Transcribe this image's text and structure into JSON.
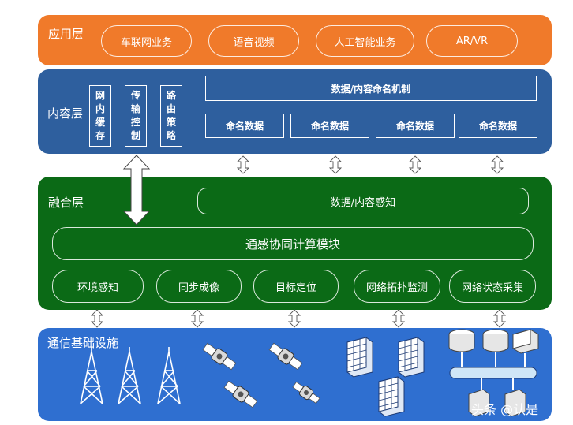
{
  "application_layer": {
    "title": "应用层",
    "color": "#f07a2a",
    "items": [
      "车联网业务",
      "语音视频",
      "人工智能业务",
      "AR/VR"
    ]
  },
  "content_layer": {
    "title": "内容层",
    "color": "#2e5f9e",
    "vertical_boxes": [
      "网内缓存",
      "传输控制",
      "路由策略"
    ],
    "naming_mechanism": "数据/内容命名机制",
    "named_data": [
      "命名数据",
      "命名数据",
      "命名数据",
      "命名数据"
    ]
  },
  "fusion_layer": {
    "title": "融合层",
    "color": "#0b6a16",
    "data_sensing": "数据/内容感知",
    "module": "通感协同计算模块",
    "functions": [
      "环境感知",
      "同步成像",
      "目标定位",
      "网络拓扑监测",
      "网络状态采集"
    ]
  },
  "infrastructure_layer": {
    "title": "通信基础设施",
    "color": "#2f6fd0",
    "icons": [
      "tower-icon",
      "satellite-icon",
      "firewall-icon",
      "server-icon"
    ]
  },
  "watermark": "头条 @认是"
}
